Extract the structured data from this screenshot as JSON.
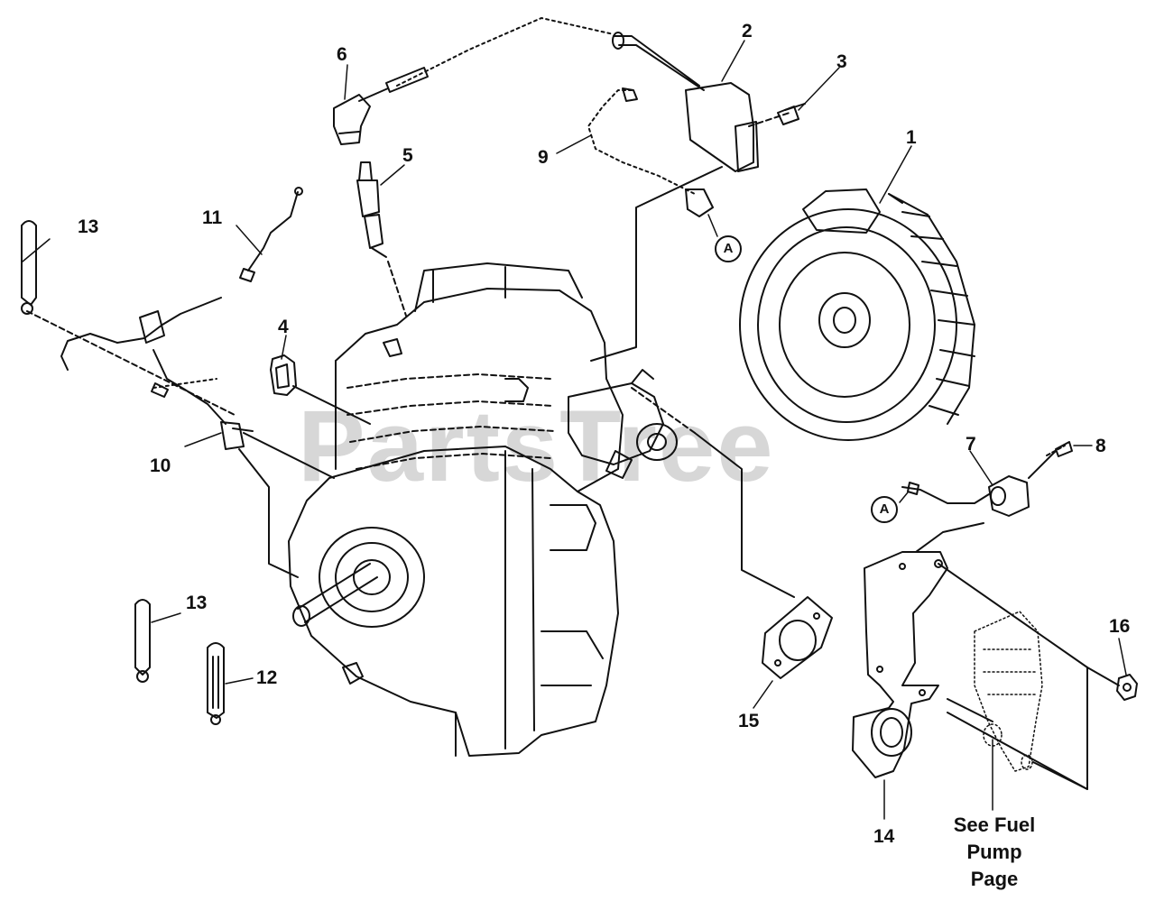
{
  "watermark": "PartsTree",
  "callouts": {
    "c1": "1",
    "c2": "2",
    "c3": "3",
    "c4": "4",
    "c5": "5",
    "c6": "6",
    "c7": "7",
    "c8": "8",
    "c9": "9",
    "c10": "10",
    "c11": "11",
    "c12": "12",
    "c13a": "13",
    "c13b": "13",
    "c14": "14",
    "c15": "15",
    "c16": "16"
  },
  "connector_ref": {
    "a1": "A",
    "a2": "A"
  },
  "note": {
    "line1": "See Fuel",
    "line2": "Pump",
    "line3": "Page"
  }
}
